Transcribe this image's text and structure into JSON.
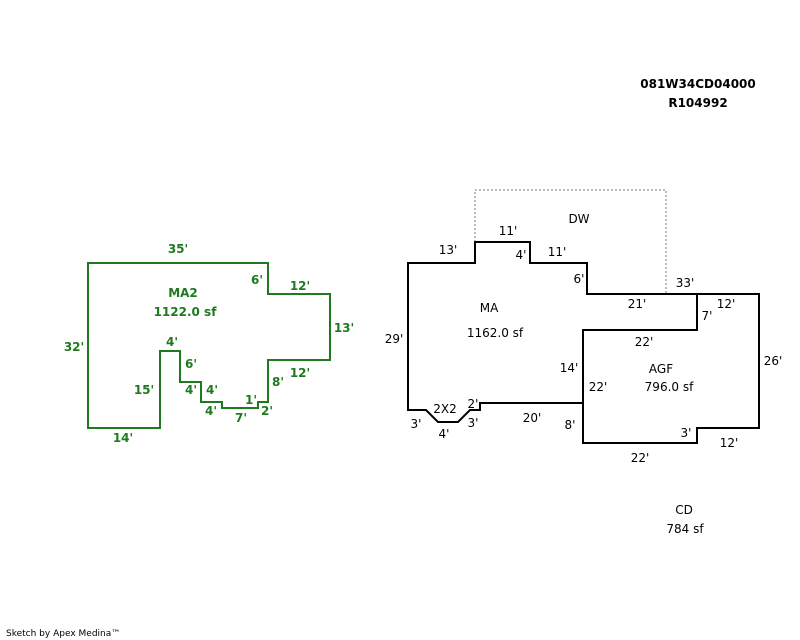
{
  "header": {
    "parcel_id": "081W34CD04000",
    "account": "R104992"
  },
  "ma2": {
    "name": "MA2",
    "area": "1122.0 sf",
    "dims": {
      "top": "35'",
      "notch_v": "6'",
      "notch_h": "12'",
      "right": "13'",
      "lower_h": "12'",
      "lower_v": "8'",
      "step_2": "2'",
      "step_1": "1'",
      "bottom_mid": "7'",
      "step_4a": "4'",
      "step_4b": "4'",
      "step_4c": "4'",
      "step_6": "6'",
      "inner_15": "15'",
      "inner_4": "4'",
      "bottom_left": "14'",
      "left": "32'"
    }
  },
  "ma": {
    "name": "MA",
    "area": "1162.0 sf",
    "dims": {
      "left": "29'",
      "top_left": "13'",
      "top_11a": "11'",
      "top_4": "4'",
      "top_11b": "11'",
      "right_6": "6'",
      "right_21": "21'",
      "inner_14": "14'",
      "bottom_20": "20'",
      "bottom_8": "8'",
      "bay_2": "2'",
      "bay_3b": "3'",
      "bay_4": "4'",
      "bay_3a": "3'",
      "bay_name": "2X2"
    }
  },
  "dw": {
    "name": "DW"
  },
  "agf": {
    "name": "AGF",
    "area": "796.0 sf",
    "dims": {
      "top_33": "33'",
      "top_12": "12'",
      "inner_7": "7'",
      "inner_22_top": "22'",
      "left_22": "22'",
      "right_26": "26'",
      "bottom_3": "3'",
      "bottom_12": "12'",
      "bottom_22": "22'"
    }
  },
  "cd": {
    "name": "CD",
    "area": "784 sf"
  },
  "footer": {
    "credit": "Sketch by Apex Medina™"
  },
  "colors": {
    "ma2_outline": "#1f7a1f",
    "main_outline": "#000000",
    "dw_outline": "#777777"
  }
}
